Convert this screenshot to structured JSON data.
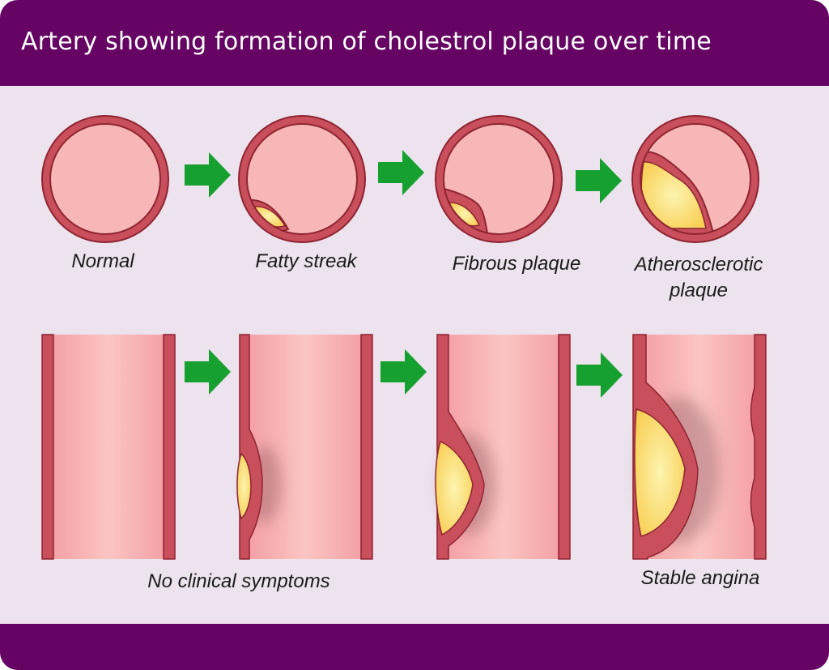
{
  "title": "Artery showing formation of cholestrol plaque over time",
  "stages": [
    {
      "label_1": "Normal",
      "label_2": ""
    },
    {
      "label_1": "Fatty streak",
      "label_2": ""
    },
    {
      "label_1": "Fibrous plaque",
      "label_2": ""
    },
    {
      "label_1": "Atherosclerotic",
      "label_2": "plaque"
    }
  ],
  "symptoms": {
    "early": "No clinical symptoms",
    "late": "Stable angina"
  },
  "colors": {
    "banner": "#650462",
    "background": "#ede3ee",
    "artery_wall": "#c94f5c",
    "wall_outline": "#8e2431",
    "lumen": "#f6b4b3",
    "plaque": "#fbdc6b",
    "plaque_core": "#fdf2a8",
    "arrow": "#16a030"
  },
  "icons": {
    "progression": "arrow-right-icon"
  }
}
